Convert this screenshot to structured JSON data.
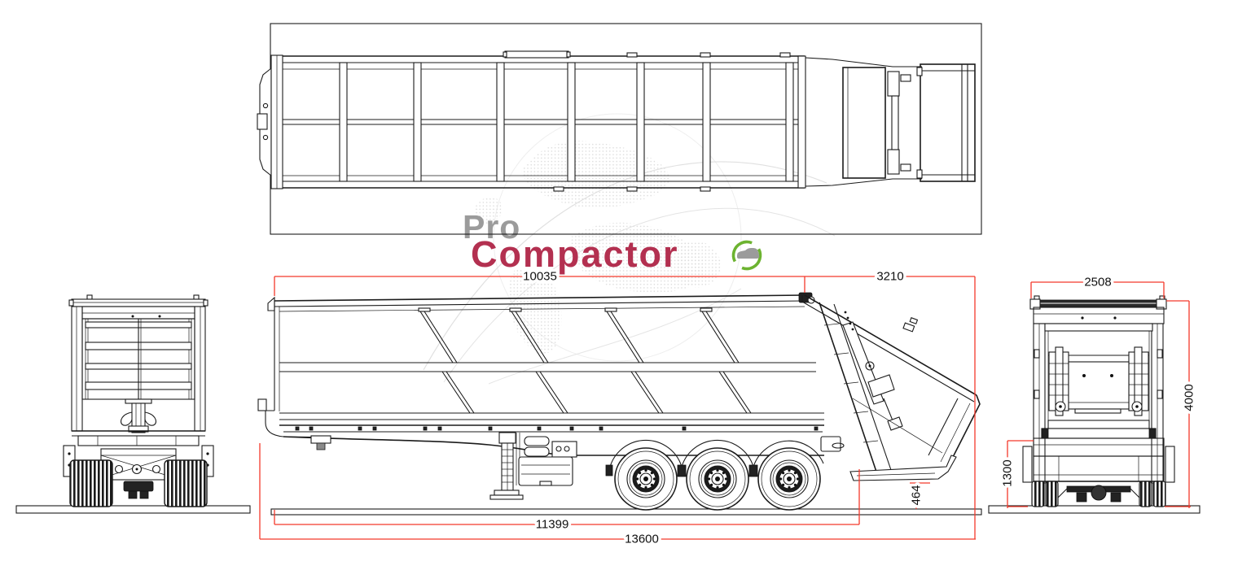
{
  "logo": {
    "line1": "Pro",
    "line2": "Compactor",
    "line1_color": "#9b9b9b",
    "line2_color": "#b33050",
    "icon": "green-ring-vehicle-icon",
    "icon_ring_color": "#6cb330",
    "icon_vehicle_color": "#9b9b9b"
  },
  "dims": [
    {
      "name": "dim-10035",
      "value": "10035",
      "orientation": "horizontal",
      "area": "side-view-top-body-length"
    },
    {
      "name": "dim-3210",
      "value": "3210",
      "orientation": "horizontal",
      "area": "side-view-top-rear-section"
    },
    {
      "name": "dim-2508",
      "value": "2508",
      "orientation": "horizontal",
      "area": "rear-view-overall-width"
    },
    {
      "name": "dim-4000",
      "value": "4000",
      "orientation": "vertical",
      "area": "rear-view-overall-height"
    },
    {
      "name": "dim-1300",
      "value": "1300",
      "orientation": "vertical",
      "area": "rear-view-lower-height"
    },
    {
      "name": "dim-464",
      "value": "464",
      "orientation": "vertical",
      "area": "side-view-rear-clearance"
    },
    {
      "name": "dim-11399",
      "value": "11399",
      "orientation": "horizontal",
      "area": "side-view-lower-length"
    },
    {
      "name": "dim-13600",
      "value": "13600",
      "orientation": "horizontal",
      "area": "side-view-overall-length"
    }
  ],
  "colors": {
    "dimension_line": "#f3392b",
    "drawing_line": "#1b1b1b",
    "watermark": "#b9b9b9",
    "background": "#ffffff"
  }
}
